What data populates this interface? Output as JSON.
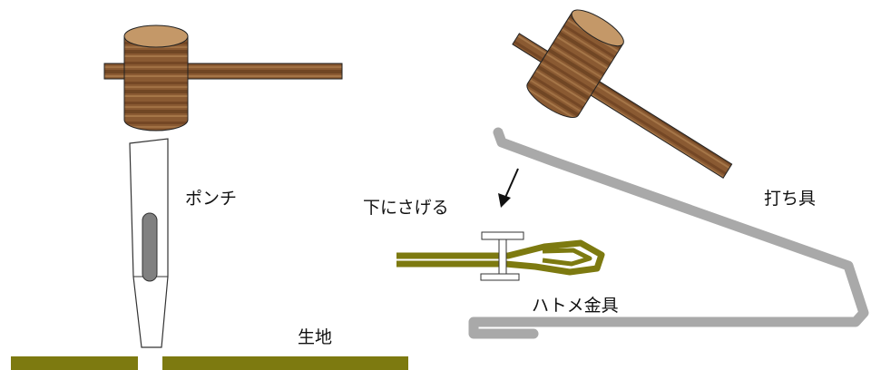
{
  "labels": {
    "punch": "ポンチ",
    "fabric": "生地",
    "lower": "下にさげる",
    "setter": "打ち具",
    "eyelet": "ハトメ金具"
  },
  "colors": {
    "wood_base": "#8a5a32",
    "wood_dark": "#5a3418",
    "wood_light": "#b08050",
    "handle": "#7a4a26",
    "fabric": "#7d7a10",
    "setter_gray": "#a9a9a9",
    "punch_slot": "#808080",
    "outline": "#222222"
  },
  "icons": [
    "mallet-icon",
    "punch-icon",
    "arrow-down-icon",
    "eyelet-icon",
    "setter-tool-icon"
  ]
}
